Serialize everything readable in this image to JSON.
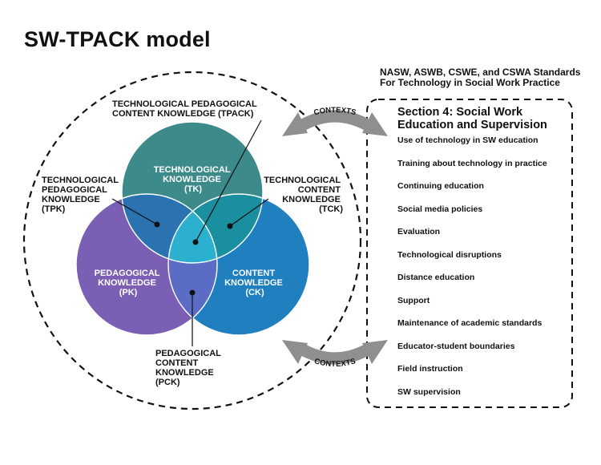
{
  "title": "SW-TPACK model",
  "labels": {
    "tpack": [
      "TECHNOLOGICAL PEDAGOGICAL",
      "CONTENT KNOWLEDGE (TPACK)"
    ],
    "tpk": [
      "TECHNOLOGICAL",
      "PEDAGOGICAL",
      "KNOWLEDGE",
      "(TPK)"
    ],
    "tck": [
      "TECHNOLOGICAL",
      "CONTENT",
      "KNOWLEDGE",
      "(TCK)"
    ],
    "tk": [
      "TECHNOLOGICAL",
      "KNOWLEDGE",
      "(TK)"
    ],
    "pk": [
      "PEDAGOGICAL",
      "KNOWLEDGE",
      "(PK)"
    ],
    "ck": [
      "CONTENT",
      "KNOWLEDGE",
      "(CK)"
    ],
    "pck": [
      "PEDAGOGICAL",
      "CONTENT",
      "KNOWLEDGE",
      "(PCK)"
    ]
  },
  "contexts_label": "CONTEXTS",
  "standards_header": "NASW, ASWB, CSWE, and CSWA Standards For Technology in Social Work Practice",
  "panel": {
    "title": "Section 4: Social Work Education and Supervision",
    "items": [
      "Use of technology in SW education",
      "Training about technology in practice",
      "Continuing education",
      "Social media policies",
      "Evaluation",
      "Technological disruptions",
      "Distance education",
      "Support",
      "Maintenance of academic standards",
      "Educator-student boundaries",
      "Field instruction",
      "SW supervision"
    ]
  },
  "colors": {
    "tk": "#3d8a8a",
    "pk": "#7b5fb4",
    "ck": "#1f7fbf",
    "tpk": "#2a72b0",
    "tck": "#1a8fa0",
    "pck": "#5a6cc4",
    "tpack": "#2bb0d0",
    "arrow": "#8f8f8f"
  }
}
